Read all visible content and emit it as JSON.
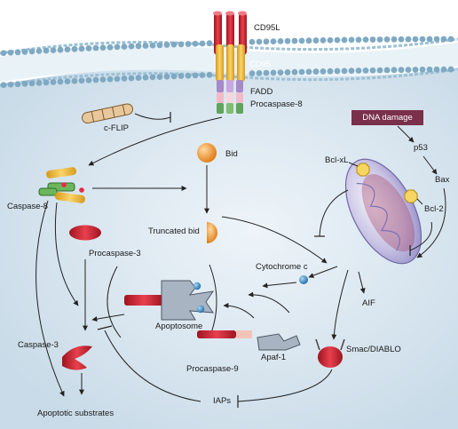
{
  "labels": {
    "cd95l": "CD95L",
    "cd95": "CD95",
    "fadd": "FADD",
    "procaspase8": "Procaspase-8",
    "cflip": "c-FLIP",
    "dna_damage": "DNA damage",
    "p53": "p53",
    "bid": "Bid",
    "bclxl": "Bcl-xL",
    "bax": "Bax",
    "caspase8": "Caspase-8",
    "bcl2": "Bcl-2",
    "truncated_bid": "Truncated bid",
    "procaspase3": "Procaspase-3",
    "cytochrome_c": "Cytochrome c",
    "aif": "AIF",
    "apoptosome": "Apoptosome",
    "apaf1": "Apaf-1",
    "caspase3": "Caspase-3",
    "smac": "Smac/DIABLO",
    "procaspase9": "Procaspase-9",
    "iaps": "IAPs",
    "apoptotic_substrates": "Apoptotic substrates"
  },
  "colors": {
    "cytoplasm": "#dfeaf3",
    "membrane_head": "#8fb6cc",
    "mitochondrion": "#c3bfe0",
    "dna_box": "#7a2f4a",
    "orange": "#f39a2b",
    "red": "#d21f2f",
    "blue": "#2d86c6"
  }
}
